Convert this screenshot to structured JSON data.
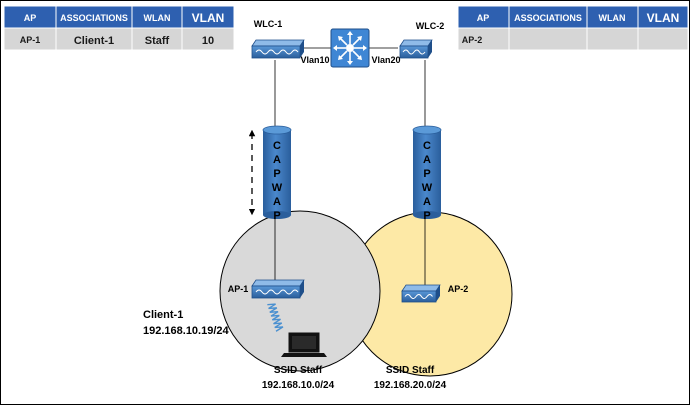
{
  "tables": {
    "left": {
      "headers": [
        "AP",
        "ASSOCIATIONS",
        "WLAN",
        "VLAN"
      ],
      "row": [
        "AP-1",
        "Client-1",
        "Staff",
        "10"
      ]
    },
    "right": {
      "headers": [
        "AP",
        "ASSOCIATIONS",
        "WLAN",
        "VLAN"
      ],
      "row": [
        "AP-2",
        "",
        "",
        ""
      ]
    }
  },
  "controllers": {
    "wlc1": {
      "label": "WLC-1",
      "vlan": "Vlan10"
    },
    "wlc2": {
      "label": "WLC-2",
      "vlan": "Vlan20"
    }
  },
  "tunnels": {
    "left_letters": [
      "C",
      "A",
      "P",
      "W",
      "A",
      "P"
    ],
    "right_letters": [
      "C",
      "A",
      "P",
      "W",
      "A",
      "P"
    ]
  },
  "access_points": {
    "ap1": "AP-1",
    "ap2": "AP-2"
  },
  "client": {
    "name": "Client-1",
    "ip": "192.168.10.19/24"
  },
  "cells": {
    "left": {
      "ssid": "SSID Staff",
      "subnet": "192.168.10.0/24"
    },
    "right": {
      "ssid": "SSID Staff",
      "subnet": "192.168.20.0/24"
    }
  },
  "colors": {
    "header_fill": "#2e60b0",
    "row_fill": "#d6d6d6",
    "device_blue": "#2e6db4",
    "cylinder_blue": "#3b78bd",
    "left_cell": "#d9d9d9",
    "right_cell": "#fde9a6",
    "switch_blue": "#3f86d4"
  }
}
